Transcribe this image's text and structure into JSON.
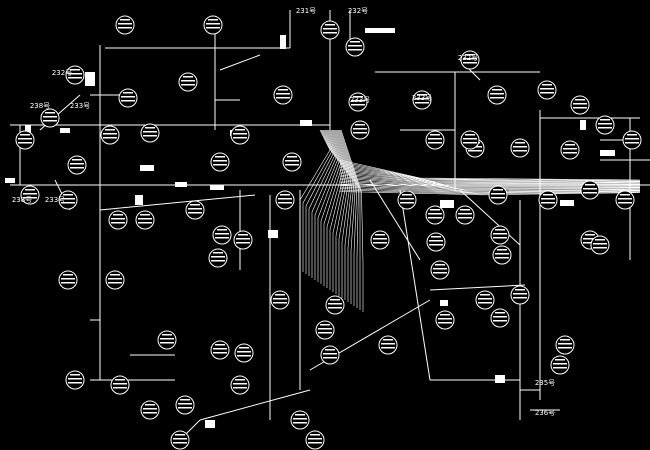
{
  "drawing": {
    "background": "#000000",
    "line_color": "#ffffff",
    "labels": [
      "231号",
      "232号",
      "238号",
      "233号",
      "238号",
      "233号",
      "232号",
      "233号",
      "235号",
      "236号",
      "232号",
      "233号"
    ]
  }
}
